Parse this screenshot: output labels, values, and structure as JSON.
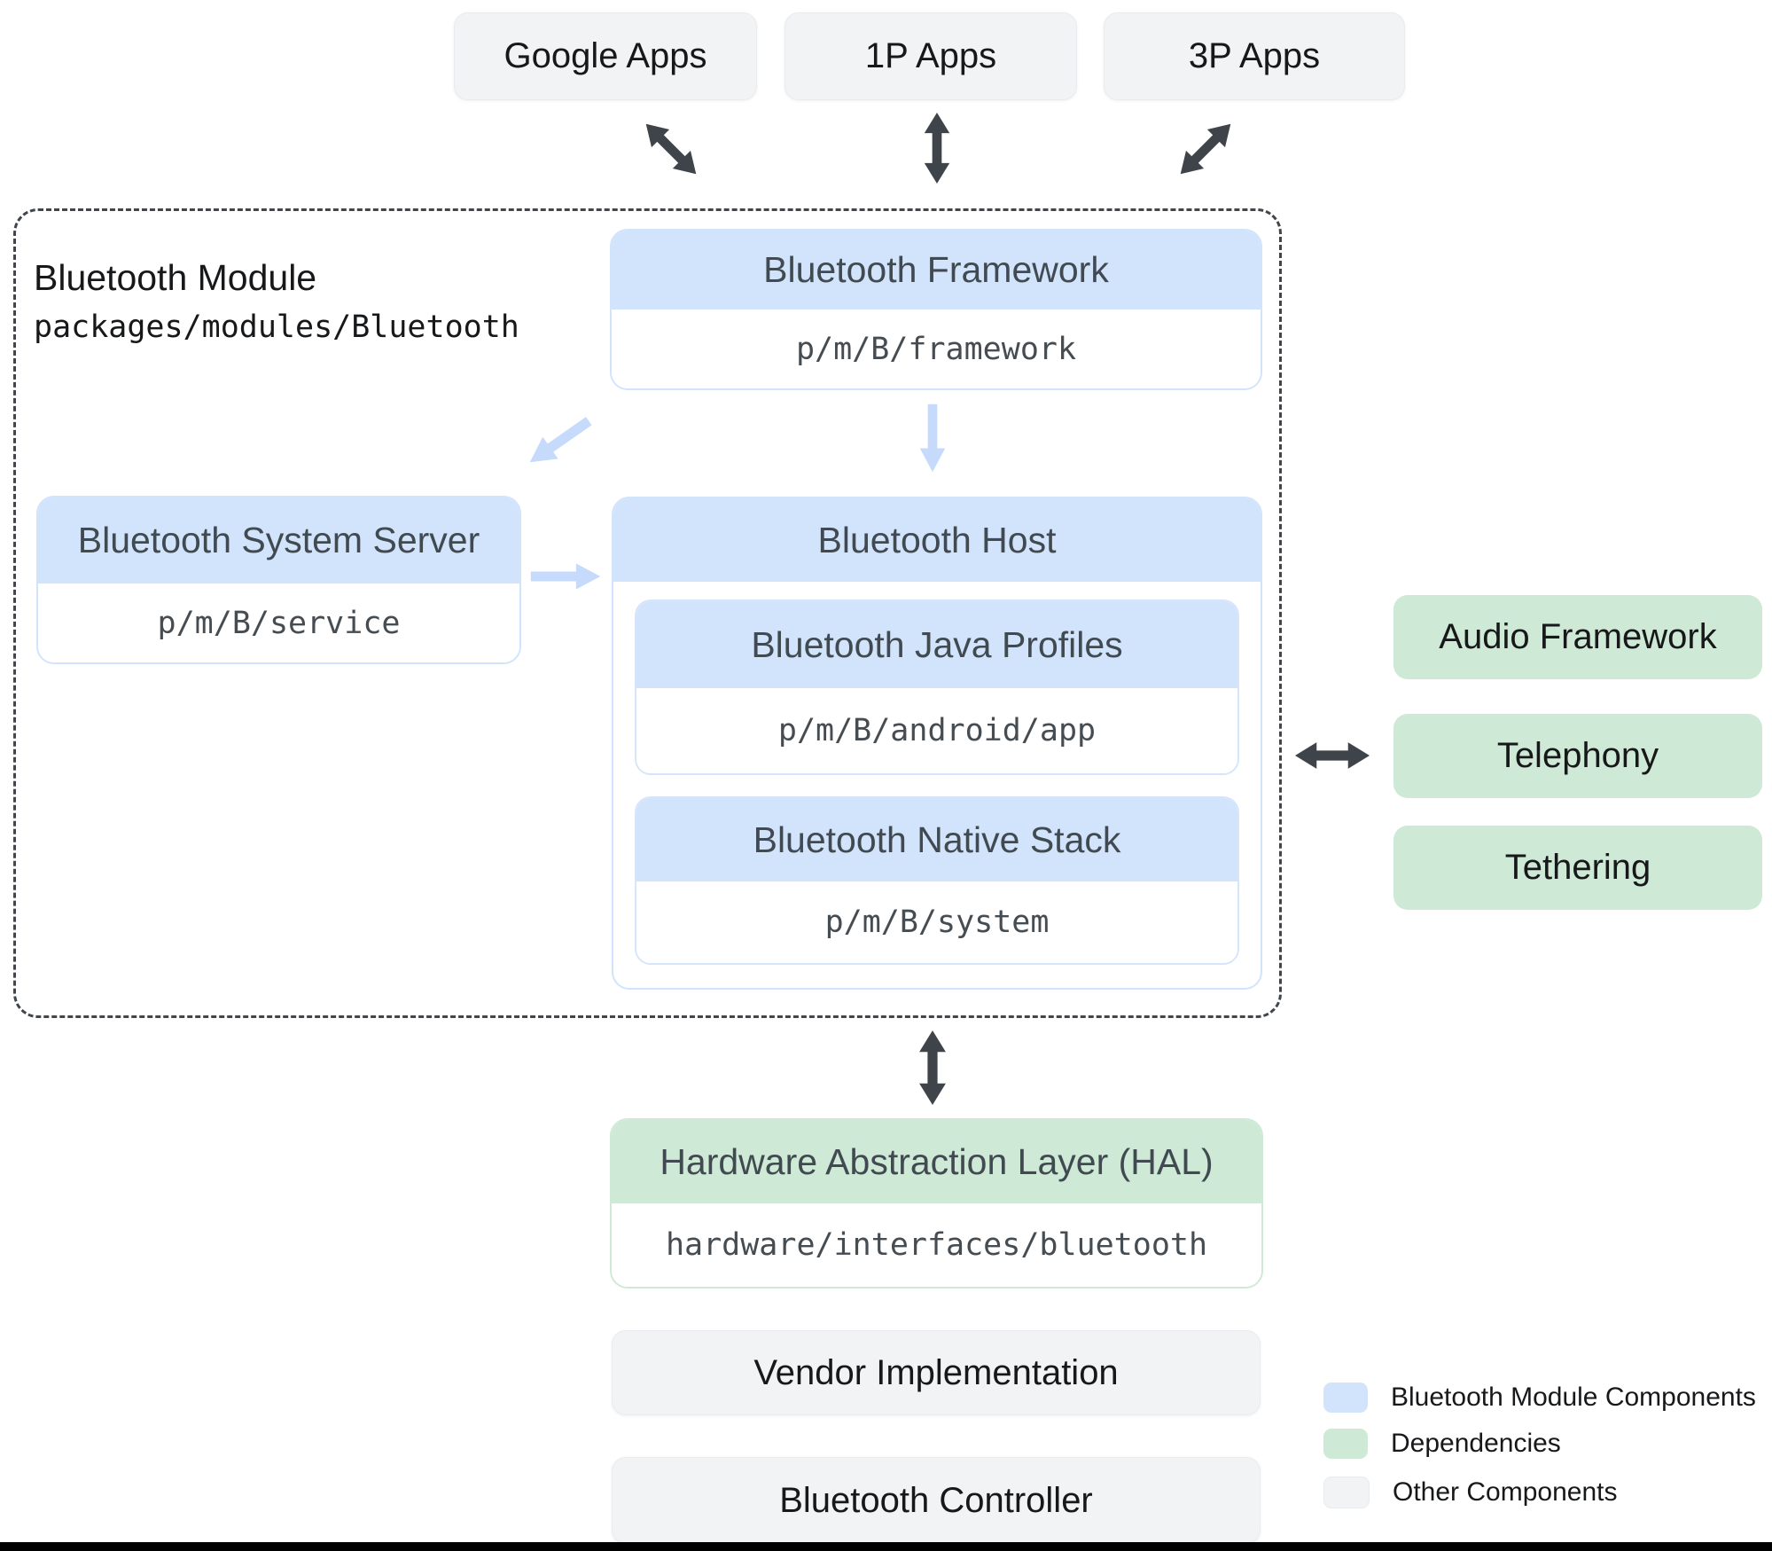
{
  "colors": {
    "module_component_fill": "#d2e3fc",
    "dependency_fill": "#ceead6",
    "other_component_fill": "#f1f3f4",
    "dark_arrow": "#3e4449",
    "light_arrow": "#c6dafc",
    "dashed_border": "#40464c"
  },
  "top_apps": [
    {
      "label": "Google Apps"
    },
    {
      "label": "1P Apps"
    },
    {
      "label": "3P Apps"
    }
  ],
  "module": {
    "title": "Bluetooth Module",
    "path": "packages/modules/Bluetooth",
    "framework": {
      "title": "Bluetooth Framework",
      "path": "p/m/B/framework"
    },
    "system_server": {
      "title": "Bluetooth System Server",
      "path": "p/m/B/service"
    },
    "host": {
      "title": "Bluetooth Host",
      "java_profiles": {
        "title": "Bluetooth Java Profiles",
        "path": "p/m/B/android/app"
      },
      "native_stack": {
        "title": "Bluetooth Native Stack",
        "path": "p/m/B/system"
      }
    }
  },
  "dependencies": [
    {
      "label": "Audio Framework"
    },
    {
      "label": "Telephony"
    },
    {
      "label": "Tethering"
    }
  ],
  "hal": {
    "title": "Hardware Abstraction Layer (HAL)",
    "path": "hardware/interfaces/bluetooth"
  },
  "other_components": [
    {
      "label": "Vendor Implementation"
    },
    {
      "label": "Bluetooth Controller"
    }
  ],
  "legend": [
    {
      "label": "Bluetooth Module Components",
      "color": "#d2e3fc"
    },
    {
      "label": "Dependencies",
      "color": "#ceead6"
    },
    {
      "label": "Other Components",
      "color": "#f1f3f4"
    }
  ]
}
